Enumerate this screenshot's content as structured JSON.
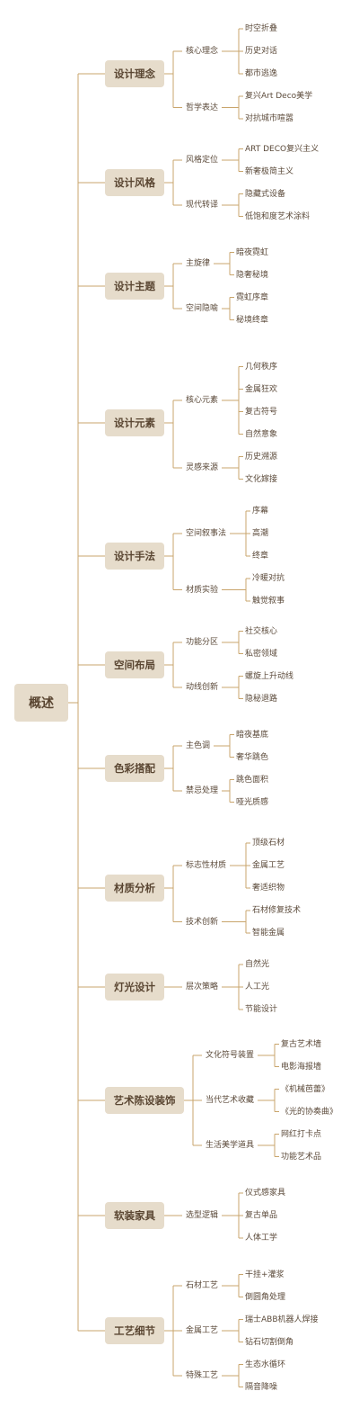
{
  "colors": {
    "line": "#c9a56c",
    "box_fill": "#e6dccb",
    "box_text": "#5a4632",
    "text": "#5b4a3a"
  },
  "root": "概述",
  "branches": [
    {
      "label": "设计理念",
      "children": [
        {
          "label": "核心理念",
          "leaves": [
            "时空折叠",
            "历史对话",
            "都市逃逸"
          ]
        },
        {
          "label": "哲学表达",
          "leaves": [
            "复兴Art Deco美学",
            "对抗城市喧嚣"
          ]
        }
      ]
    },
    {
      "label": "设计风格",
      "children": [
        {
          "label": "风格定位",
          "leaves": [
            "ART DECO复兴主义",
            "新奢极简主义"
          ]
        },
        {
          "label": "现代转译",
          "leaves": [
            "隐藏式设备",
            "低饱和度艺术涂料"
          ]
        }
      ]
    },
    {
      "label": "设计主题",
      "children": [
        {
          "label": "主旋律",
          "leaves": [
            "暗夜霓虹",
            "隐奢秘境"
          ]
        },
        {
          "label": "空间隐喻",
          "leaves": [
            "霓虹序章",
            "秘境终章"
          ]
        }
      ]
    },
    {
      "label": "设计元素",
      "children": [
        {
          "label": "核心元素",
          "leaves": [
            "几何秩序",
            "金属狂欢",
            "复古符号",
            "自然意象"
          ]
        },
        {
          "label": "灵感来源",
          "leaves": [
            "历史溯源",
            "文化嫁接"
          ]
        }
      ]
    },
    {
      "label": "设计手法",
      "children": [
        {
          "label": "空间叙事法",
          "leaves": [
            "序幕",
            "高潮",
            "终章"
          ]
        },
        {
          "label": "材质实验",
          "leaves": [
            "冷暖对抗",
            "触觉叙事"
          ]
        }
      ]
    },
    {
      "label": "空间布局",
      "children": [
        {
          "label": "功能分区",
          "leaves": [
            "社交核心",
            "私密领域"
          ]
        },
        {
          "label": "动线创新",
          "leaves": [
            "螺旋上升动线",
            "隐秘退路"
          ]
        }
      ]
    },
    {
      "label": "色彩搭配",
      "children": [
        {
          "label": "主色调",
          "leaves": [
            "暗夜基底",
            "奢华跳色"
          ]
        },
        {
          "label": "禁忌处理",
          "leaves": [
            "跳色面积",
            "哑光质感"
          ]
        }
      ]
    },
    {
      "label": "材质分析",
      "children": [
        {
          "label": "标志性材质",
          "leaves": [
            "顶级石材",
            "金属工艺",
            "奢适织物"
          ]
        },
        {
          "label": "技术创新",
          "leaves": [
            "石材修复技术",
            "智能金属"
          ]
        }
      ]
    },
    {
      "label": "灯光设计",
      "children": [
        {
          "label": "层次策略",
          "leaves": [
            "自然光",
            "人工光",
            "节能设计"
          ]
        }
      ]
    },
    {
      "label": "艺术陈设装饰",
      "children": [
        {
          "label": "文化符号装置",
          "leaves": [
            "复古艺术墙",
            "电影海报墙"
          ]
        },
        {
          "label": "当代艺术收藏",
          "leaves": [
            "《机械芭蕾》",
            "《光的协奏曲》"
          ]
        },
        {
          "label": "生活美学道具",
          "leaves": [
            "网红打卡点",
            "功能艺术品"
          ]
        }
      ]
    },
    {
      "label": "软装家具",
      "children": [
        {
          "label": "选型逻辑",
          "leaves": [
            "仪式感家具",
            "复古单品",
            "人体工学"
          ]
        }
      ]
    },
    {
      "label": "工艺细节",
      "children": [
        {
          "label": "石材工艺",
          "leaves": [
            "干挂+灌浆",
            "倒圆角处理"
          ]
        },
        {
          "label": "金属工艺",
          "leaves": [
            "瑞士ABB机器人焊接",
            "钻石切割倒角"
          ]
        },
        {
          "label": "特殊工艺",
          "leaves": [
            "生态水循环",
            "隔音降噪"
          ]
        }
      ]
    }
  ]
}
